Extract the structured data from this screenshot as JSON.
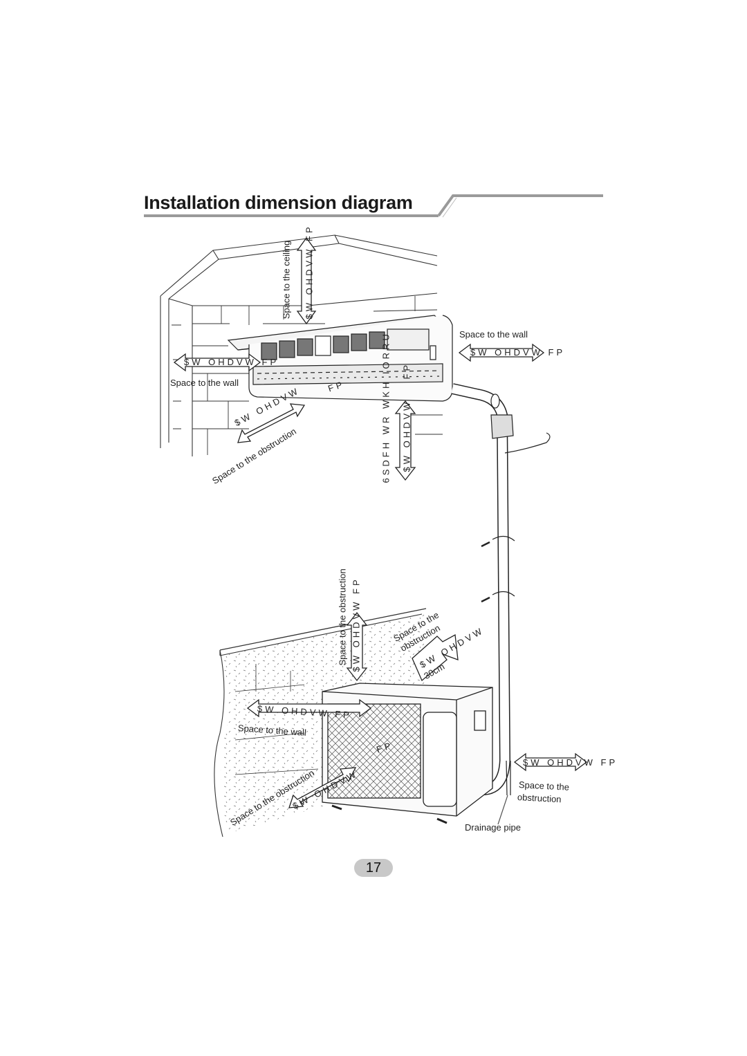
{
  "page": {
    "title": "Installation dimension diagram",
    "page_number": "17"
  },
  "indoor_unit": {
    "ceiling_label": "Space to the ceiling",
    "ceiling_value": "$W OHDVW    FP",
    "wall_right_label": "Space to the wall",
    "wall_right_value": "$W OHDVW     FP",
    "wall_left_label": "Space to the wall",
    "wall_left_value": "$W OHDVW     FP",
    "wall_left_unit": "FP",
    "obstruction_label": "Space to the obstruction",
    "obstruction_value": "$W OHDVW",
    "floor_label": "6SDFH WR WKH IORRU",
    "floor_value": "$W OHDVW",
    "floor_unit": "FP"
  },
  "outdoor_unit": {
    "top_label": "Space to the obstruction",
    "top_value": "$W OHDVW    FP",
    "diag_label_line1": "Space to the",
    "diag_label_line2": "obstruction",
    "diag_value": "$W OHDVW",
    "diag_value2": "30cm",
    "wall_label": "Space to the wall",
    "wall_value": "$W OHDVW     FP",
    "front_unit": "FP",
    "front_label": "Space to the obstruction",
    "front_value": "$W OHDVW",
    "right_label_line1": "Space to the",
    "right_label_line2": "obstruction",
    "right_value": "$W OHDVW      FP",
    "drainage_label": "Drainage pipe"
  }
}
